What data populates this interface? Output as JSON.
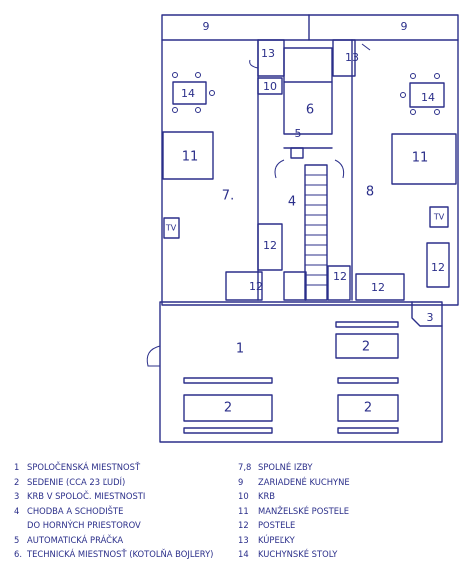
{
  "plan": {
    "labels": {
      "r9_left": "9",
      "r9_right": "9",
      "r13_left": "13",
      "r13_right": "13",
      "r14_left": "14",
      "r14_right": "14",
      "r10": "10",
      "r6": "6",
      "r5": "5",
      "r4": "4",
      "r7": "7.",
      "r8": "8",
      "r11_left": "11",
      "r11_right": "11",
      "tv_left": "TV",
      "tv_right": "TV",
      "r12_a": "12",
      "r12_b": "12",
      "r12_c": "12",
      "r12_d": "12",
      "r12_e": "12",
      "r3": "3",
      "r1": "1",
      "r2_a": "2",
      "r2_b": "2",
      "r2_c": "2"
    }
  },
  "legend": {
    "left": [
      {
        "num": "1",
        "text": "SPOLOČENSKÁ MIESTNOSŤ"
      },
      {
        "num": "2",
        "text": "SEDENIE (CCA 23 ĽUDÍ)"
      },
      {
        "num": "3",
        "text": "KRB V SPOLOČ. MIESTNOSTI"
      },
      {
        "num": "4",
        "text": "CHODBA A SCHODIŠTE"
      },
      {
        "num": "",
        "text": "DO HORNÝCH PRIESTOROV"
      },
      {
        "num": "5",
        "text": "AUTOMATICKÁ PRÁČKA"
      },
      {
        "num": "6.",
        "text": "TECHNICKÁ MIESTNOSŤ (KOTOLŇA BOJLERY)"
      }
    ],
    "right": [
      {
        "num": "7,8",
        "text": "SPOLNÉ IZBY"
      },
      {
        "num": "9",
        "text": "ZARIADENÉ KUCHYNE"
      },
      {
        "num": "10",
        "text": "KRB"
      },
      {
        "num": "11",
        "text": "MANŽELSKÉ POSTELE"
      },
      {
        "num": "12",
        "text": "POSTELE"
      },
      {
        "num": "13",
        "text": "KÚPEĽKY"
      },
      {
        "num": "14",
        "text": "KUCHYNSKÉ STOLY"
      }
    ]
  }
}
